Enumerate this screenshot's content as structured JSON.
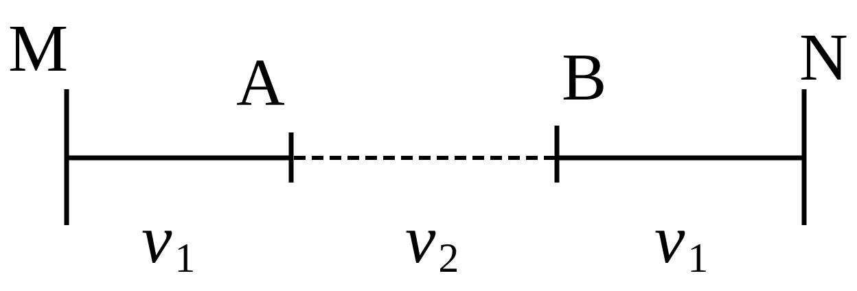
{
  "points": {
    "m": "M",
    "a": "A",
    "b": "B",
    "n": "N"
  },
  "segments": {
    "ma": {
      "symbol": "v",
      "subscript": "1",
      "style": "solid"
    },
    "ab": {
      "symbol": "v",
      "subscript": "2",
      "style": "dashed"
    },
    "bn": {
      "symbol": "v",
      "subscript": "1",
      "style": "solid"
    }
  },
  "colors": {
    "ink": "#000000",
    "background": "#ffffff"
  }
}
